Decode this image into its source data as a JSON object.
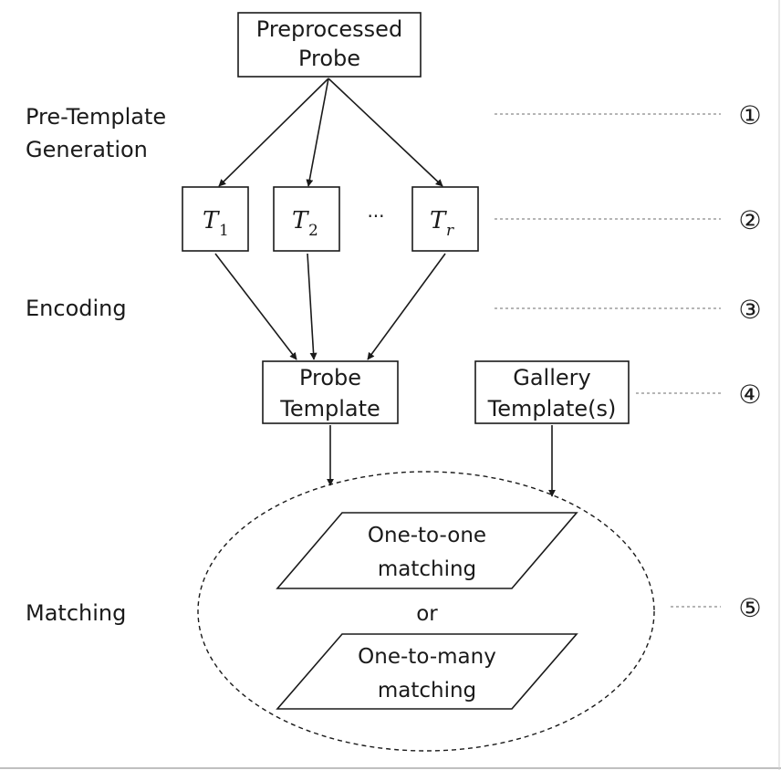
{
  "boxes": {
    "preprocessed_probe": [
      "Preprocessed",
      "Probe"
    ],
    "probe_template": [
      "Probe",
      "Template"
    ],
    "gallery_templates": [
      "Gallery",
      "Template(s)"
    ]
  },
  "templates": {
    "t1": {
      "base": "T",
      "sub": "1"
    },
    "t2": {
      "base": "T",
      "sub": "2"
    },
    "tr": {
      "base": "T",
      "sub": "r"
    },
    "ellipsis": "···"
  },
  "stages": {
    "pre_template": [
      "Pre-Template",
      "Generation"
    ],
    "encoding": "Encoding",
    "matching": "Matching"
  },
  "matching": {
    "one_to_one": [
      "One-to-one",
      "matching"
    ],
    "or": "or",
    "one_to_many": [
      "One-to-many",
      "matching"
    ]
  },
  "markers": [
    "①",
    "②",
    "③",
    "④",
    "⑤"
  ]
}
